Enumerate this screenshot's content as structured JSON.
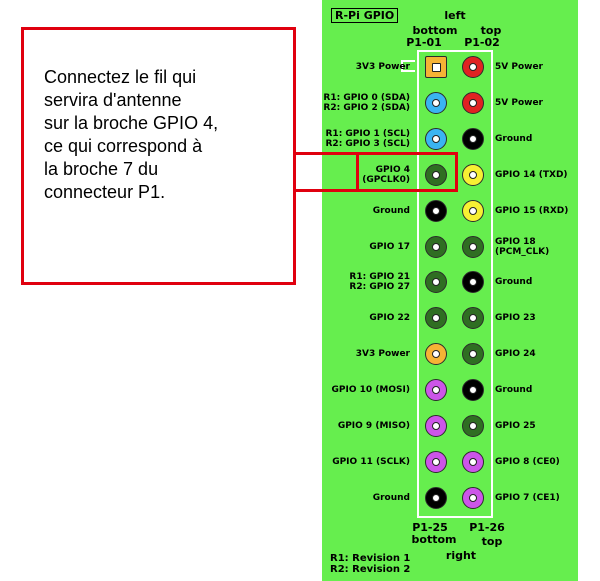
{
  "callout": {
    "lines": [
      "Connectez le fil qui",
      "servira d'antenne",
      "sur la broche GPIO 4,",
      "ce qui correspond à",
      "la broche 7 du",
      "connecteur P1."
    ]
  },
  "board": {
    "title": "R-Pi GPIO",
    "header_left": "left",
    "header_bottom": "bottom",
    "header_top": "top",
    "header_bottom_pin": "P1-01",
    "header_top_pin": "P1-02",
    "footer_bottom_pin": "P1-25",
    "footer_top_pin": "P1-26",
    "footer_bottom": "bottom",
    "footer_top": "top",
    "footer_right": "right",
    "legend": [
      "R1: Revision 1",
      "R2: Revision 2"
    ]
  },
  "colors": {
    "board_bg": "#66ee4e",
    "callout_red": "#e0000f",
    "power_3v3": "#f5b335",
    "power_5v": "#e02222",
    "i2c": "#3ab4f2",
    "ground": "#000000",
    "uart": "#f7f033",
    "gpio": "#2f6e22",
    "spi": "#cc55e8"
  },
  "pins": [
    {
      "row": 0,
      "left": "3V3 Power",
      "left_color": "power_3v3",
      "left_square": true,
      "right": "5V Power",
      "right_color": "power_5v"
    },
    {
      "row": 1,
      "left": "R1: GPIO 0 (SDA)\nR2: GPIO 2 (SDA)",
      "left_color": "i2c",
      "right": "5V Power",
      "right_color": "power_5v"
    },
    {
      "row": 2,
      "left": "R1: GPIO 1 (SCL)\nR2: GPIO 3 (SCL)",
      "left_color": "i2c",
      "right": "Ground",
      "right_color": "ground"
    },
    {
      "row": 3,
      "left": "GPIO 4\n(GPCLK0)",
      "left_color": "gpio",
      "right": "GPIO 14 (TXD)",
      "right_color": "uart"
    },
    {
      "row": 4,
      "left": "Ground",
      "left_color": "ground",
      "right": "GPIO 15 (RXD)",
      "right_color": "uart"
    },
    {
      "row": 5,
      "left": "GPIO 17",
      "left_color": "gpio",
      "right": "GPIO 18\n(PCM_CLK)",
      "right_color": "gpio"
    },
    {
      "row": 6,
      "left": "R1: GPIO 21\nR2: GPIO 27",
      "left_color": "gpio",
      "right": "Ground",
      "right_color": "ground"
    },
    {
      "row": 7,
      "left": "GPIO 22",
      "left_color": "gpio",
      "right": "GPIO 23",
      "right_color": "gpio"
    },
    {
      "row": 8,
      "left": "3V3 Power",
      "left_color": "power_3v3",
      "right": "GPIO 24",
      "right_color": "gpio"
    },
    {
      "row": 9,
      "left": "GPIO 10 (MOSI)",
      "left_color": "spi",
      "right": "Ground",
      "right_color": "ground"
    },
    {
      "row": 10,
      "left": "GPIO 9 (MISO)",
      "left_color": "spi",
      "right": "GPIO 25",
      "right_color": "gpio"
    },
    {
      "row": 11,
      "left": "GPIO 11 (SCLK)",
      "left_color": "spi",
      "right": "GPIO 8 (CE0)",
      "right_color": "spi"
    },
    {
      "row": 12,
      "left": "Ground",
      "left_color": "ground",
      "right": "GPIO 7 (CE1)",
      "right_color": "spi"
    }
  ]
}
